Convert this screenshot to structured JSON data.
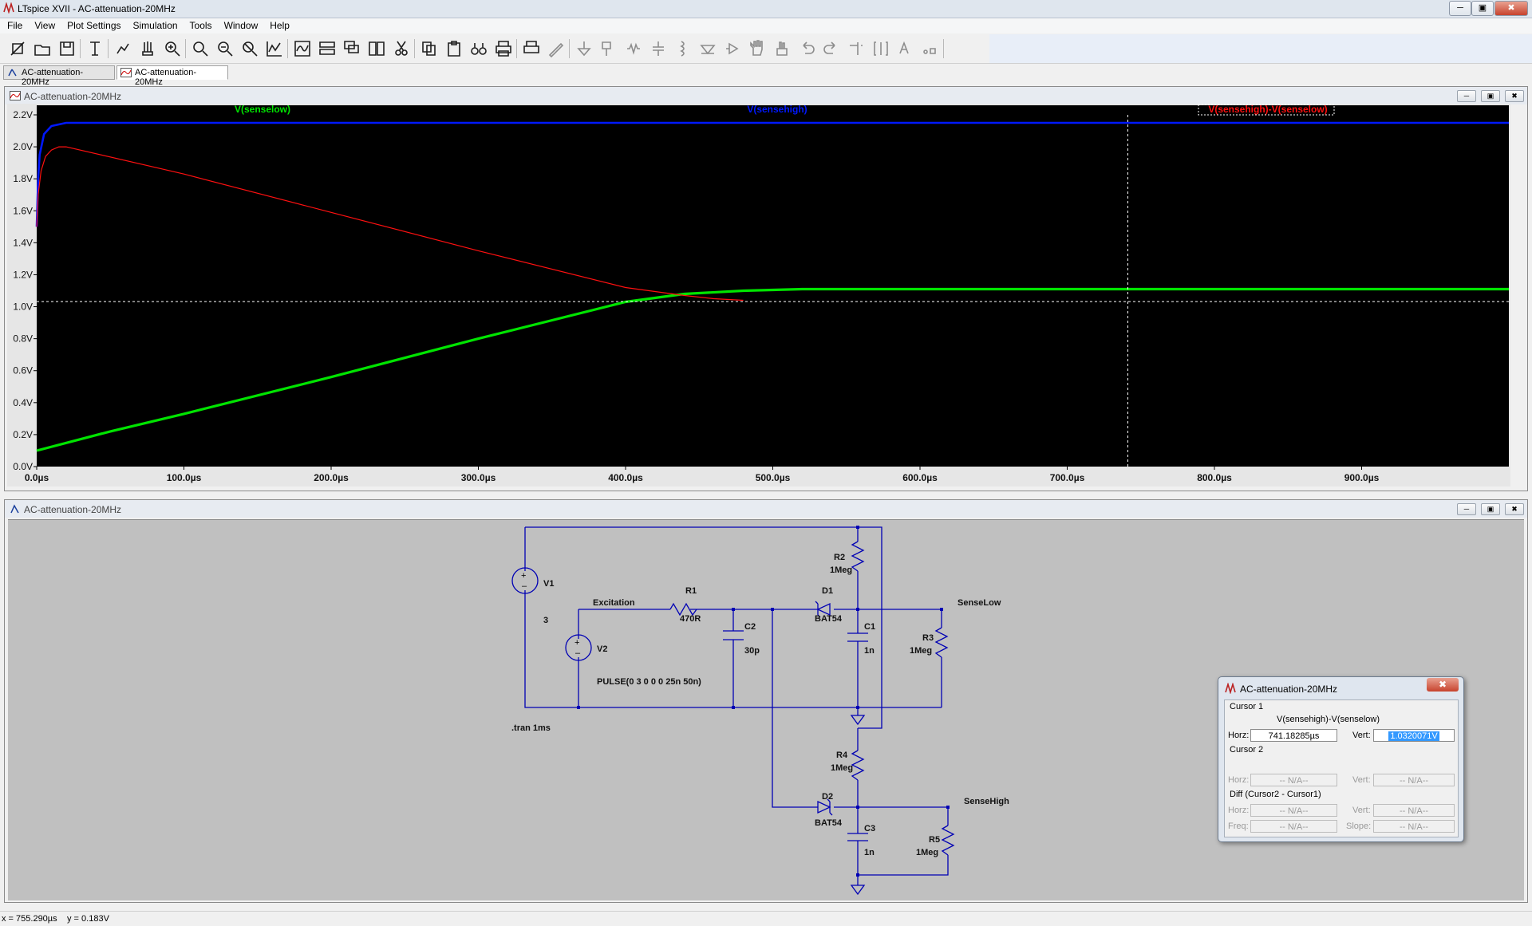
{
  "window": {
    "title": "LTspice XVII - AC-attenuation-20MHz",
    "min_label": "─",
    "restore_label": "▣",
    "close_label": "✖"
  },
  "menu": [
    "File",
    "View",
    "Plot Settings",
    "Simulation",
    "Tools",
    "Window",
    "Help"
  ],
  "toolbar": {
    "icons": [
      "new-schematic-icon",
      "open-icon",
      "save-icon",
      "control-panel-icon",
      "run-icon",
      "halt-icon",
      "zoom-in-icon",
      "zoom-fit-icon",
      "zoom-out-icon",
      "zoom-cancel-icon",
      "autorange-icon",
      "waveform-icon",
      "tile-horizontal-icon",
      "cascade-icon",
      "tile-vertical-icon",
      "cut-icon",
      "copy-icon",
      "paste-icon",
      "find-icon",
      "print-icon",
      "print-setup-icon",
      "draw-wire-icon",
      "ground-icon",
      "label-net-icon",
      "resistor-icon",
      "capacitor-icon",
      "inductor-icon",
      "diode-icon",
      "component-icon",
      "move-icon",
      "drag-icon",
      "undo-icon",
      "redo-icon",
      "rotate-icon",
      "mirror-icon",
      "text-icon",
      "spice-directive-icon"
    ]
  },
  "tabs": [
    {
      "label": "AC-attenuation-20MHz",
      "icon": "schematic-icon"
    },
    {
      "label": "AC-attenuation-20MHz",
      "icon": "waveform-icon"
    }
  ],
  "plot_window": {
    "title": "AC-attenuation-20MHz",
    "icon": "waveform-icon"
  },
  "schematic_window": {
    "title": "AC-attenuation-20MHz",
    "icon": "schematic-icon"
  },
  "chart_data": {
    "type": "line",
    "background": "#000000",
    "xlim": [
      0,
      1000
    ],
    "ylim": [
      0,
      2.2
    ],
    "x_ticks": [
      "0.0µs",
      "100.0µs",
      "200.0µs",
      "300.0µs",
      "400.0µs",
      "500.0µs",
      "600.0µs",
      "700.0µs",
      "800.0µs",
      "900.0µs"
    ],
    "y_ticks": [
      "0.0V",
      "0.2V",
      "0.4V",
      "0.6V",
      "0.8V",
      "1.0V",
      "1.2V",
      "1.4V",
      "1.6V",
      "1.8V",
      "2.0V",
      "2.2V"
    ],
    "series": [
      {
        "name": "V(senselow)",
        "color": "#00e400",
        "x": [
          0,
          50,
          100,
          200,
          300,
          400,
          440,
          480,
          520,
          600,
          800,
          1000
        ],
        "y": [
          0.1,
          0.22,
          0.33,
          0.56,
          0.8,
          1.03,
          1.08,
          1.1,
          1.11,
          1.11,
          1.11,
          1.11
        ]
      },
      {
        "name": "V(sensehigh)",
        "color": "#0018ff",
        "x": [
          0,
          1,
          2,
          5,
          10,
          20,
          100,
          500,
          1000
        ],
        "y": [
          1.5,
          1.8,
          1.95,
          2.08,
          2.13,
          2.15,
          2.15,
          2.15,
          2.15
        ]
      },
      {
        "name": "V(sensehigh)-V(senselow)",
        "color": "#ff1010",
        "x": [
          0,
          1,
          3,
          6,
          10,
          15,
          20,
          100,
          200,
          300,
          400,
          440,
          460,
          480
        ],
        "y": [
          1.5,
          1.7,
          1.85,
          1.94,
          1.98,
          2.0,
          2.0,
          1.83,
          1.59,
          1.35,
          1.12,
          1.07,
          1.05,
          1.04
        ]
      }
    ],
    "cursor": {
      "x": 741.18,
      "y": 1.032
    }
  },
  "schematic": {
    "labels": [
      "V1",
      "3",
      "V2",
      "PULSE(0 3 0 0 0 25n 50n)",
      "Excitation",
      "R1",
      "470R",
      "C2",
      "30p",
      "D1",
      "BAT54",
      "R2",
      "1Meg",
      "C1",
      "1n",
      "SenseLow",
      "R3",
      "1Meg",
      ".tran 1ms",
      "R4",
      "1Meg",
      "D2",
      "BAT54",
      "C3",
      "1n",
      "SenseHigh",
      "R5",
      "1Meg"
    ]
  },
  "cursor_dialog": {
    "title": "AC-attenuation-20MHz",
    "close_label": "✖",
    "cursor1_label": "Cursor 1",
    "trace": "V(sensehigh)-V(senselow)",
    "horz_label": "Horz:",
    "horz_value": "741.18285µs",
    "vert_label": "Vert:",
    "vert_value": "1.0320071V",
    "cursor2_label": "Cursor 2",
    "c2_horz": "-- N/A--",
    "c2_vert": "-- N/A--",
    "diff_label": "Diff (Cursor2 - Cursor1)",
    "d_horz": "-- N/A--",
    "d_vert": "-- N/A--",
    "freq_label": "Freq:",
    "slope_label": "Slope:",
    "d_freq": "-- N/A--",
    "d_slope": "-- N/A--"
  },
  "status": {
    "x": "x = 755.290µs",
    "y": "y = 0.183V"
  }
}
